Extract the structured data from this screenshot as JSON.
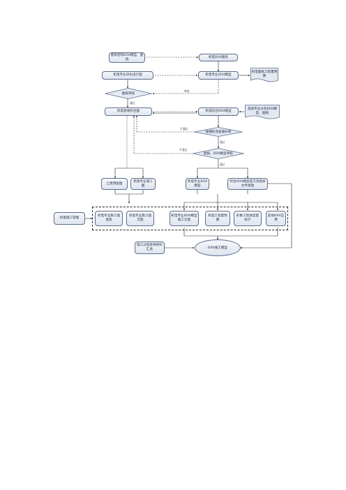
{
  "nodes": {
    "structure_model": "建筑结构BIM模型、图纸",
    "mep_service": "机电BIM服务",
    "mep_deepen_design": "机电专业深化设计图",
    "mep_bim_model": "机电专业BIM模型",
    "mep_quantity": "机电图纸工程量预算",
    "drawing_review": "图纸审核",
    "pipeline_composite": "机电管线综合图",
    "composite_model": "机电综合BIM模型",
    "subcontract_model": "其他专业分包BIM模型、图纸",
    "collision_check": "碰撞检测查漏补缺",
    "drawing_model_review": "图纸、BIM模型审核",
    "civil_reserved": "土建预留图",
    "mep_construction_drawing": "机电专业施工图",
    "mep_bim_model2": "机电专业BIM模型",
    "composite_submit": "综合BIM模型提交及相关文件发放",
    "mep_construction_mgmt": "机电施工管理",
    "mep_drawing_disclosure": "机电专业施工图发放",
    "mep_drawing_handover": "机电专业施工图交底",
    "mep_model_handover": "机电专业BIM模型施工交底",
    "mep_budget": "机电工程量预算",
    "progress_stats": "形象工程进度量统计",
    "other_bim_use": "其他BIM应用",
    "material_summary": "施工过程各种资料汇总",
    "as_built_model": "BIM竣工模型"
  },
  "labels": {
    "feedback": "审核",
    "pass1": "通过",
    "fail1": "不通过",
    "pass2": "通过",
    "fail2": "不通过",
    "pass3": "通过"
  }
}
